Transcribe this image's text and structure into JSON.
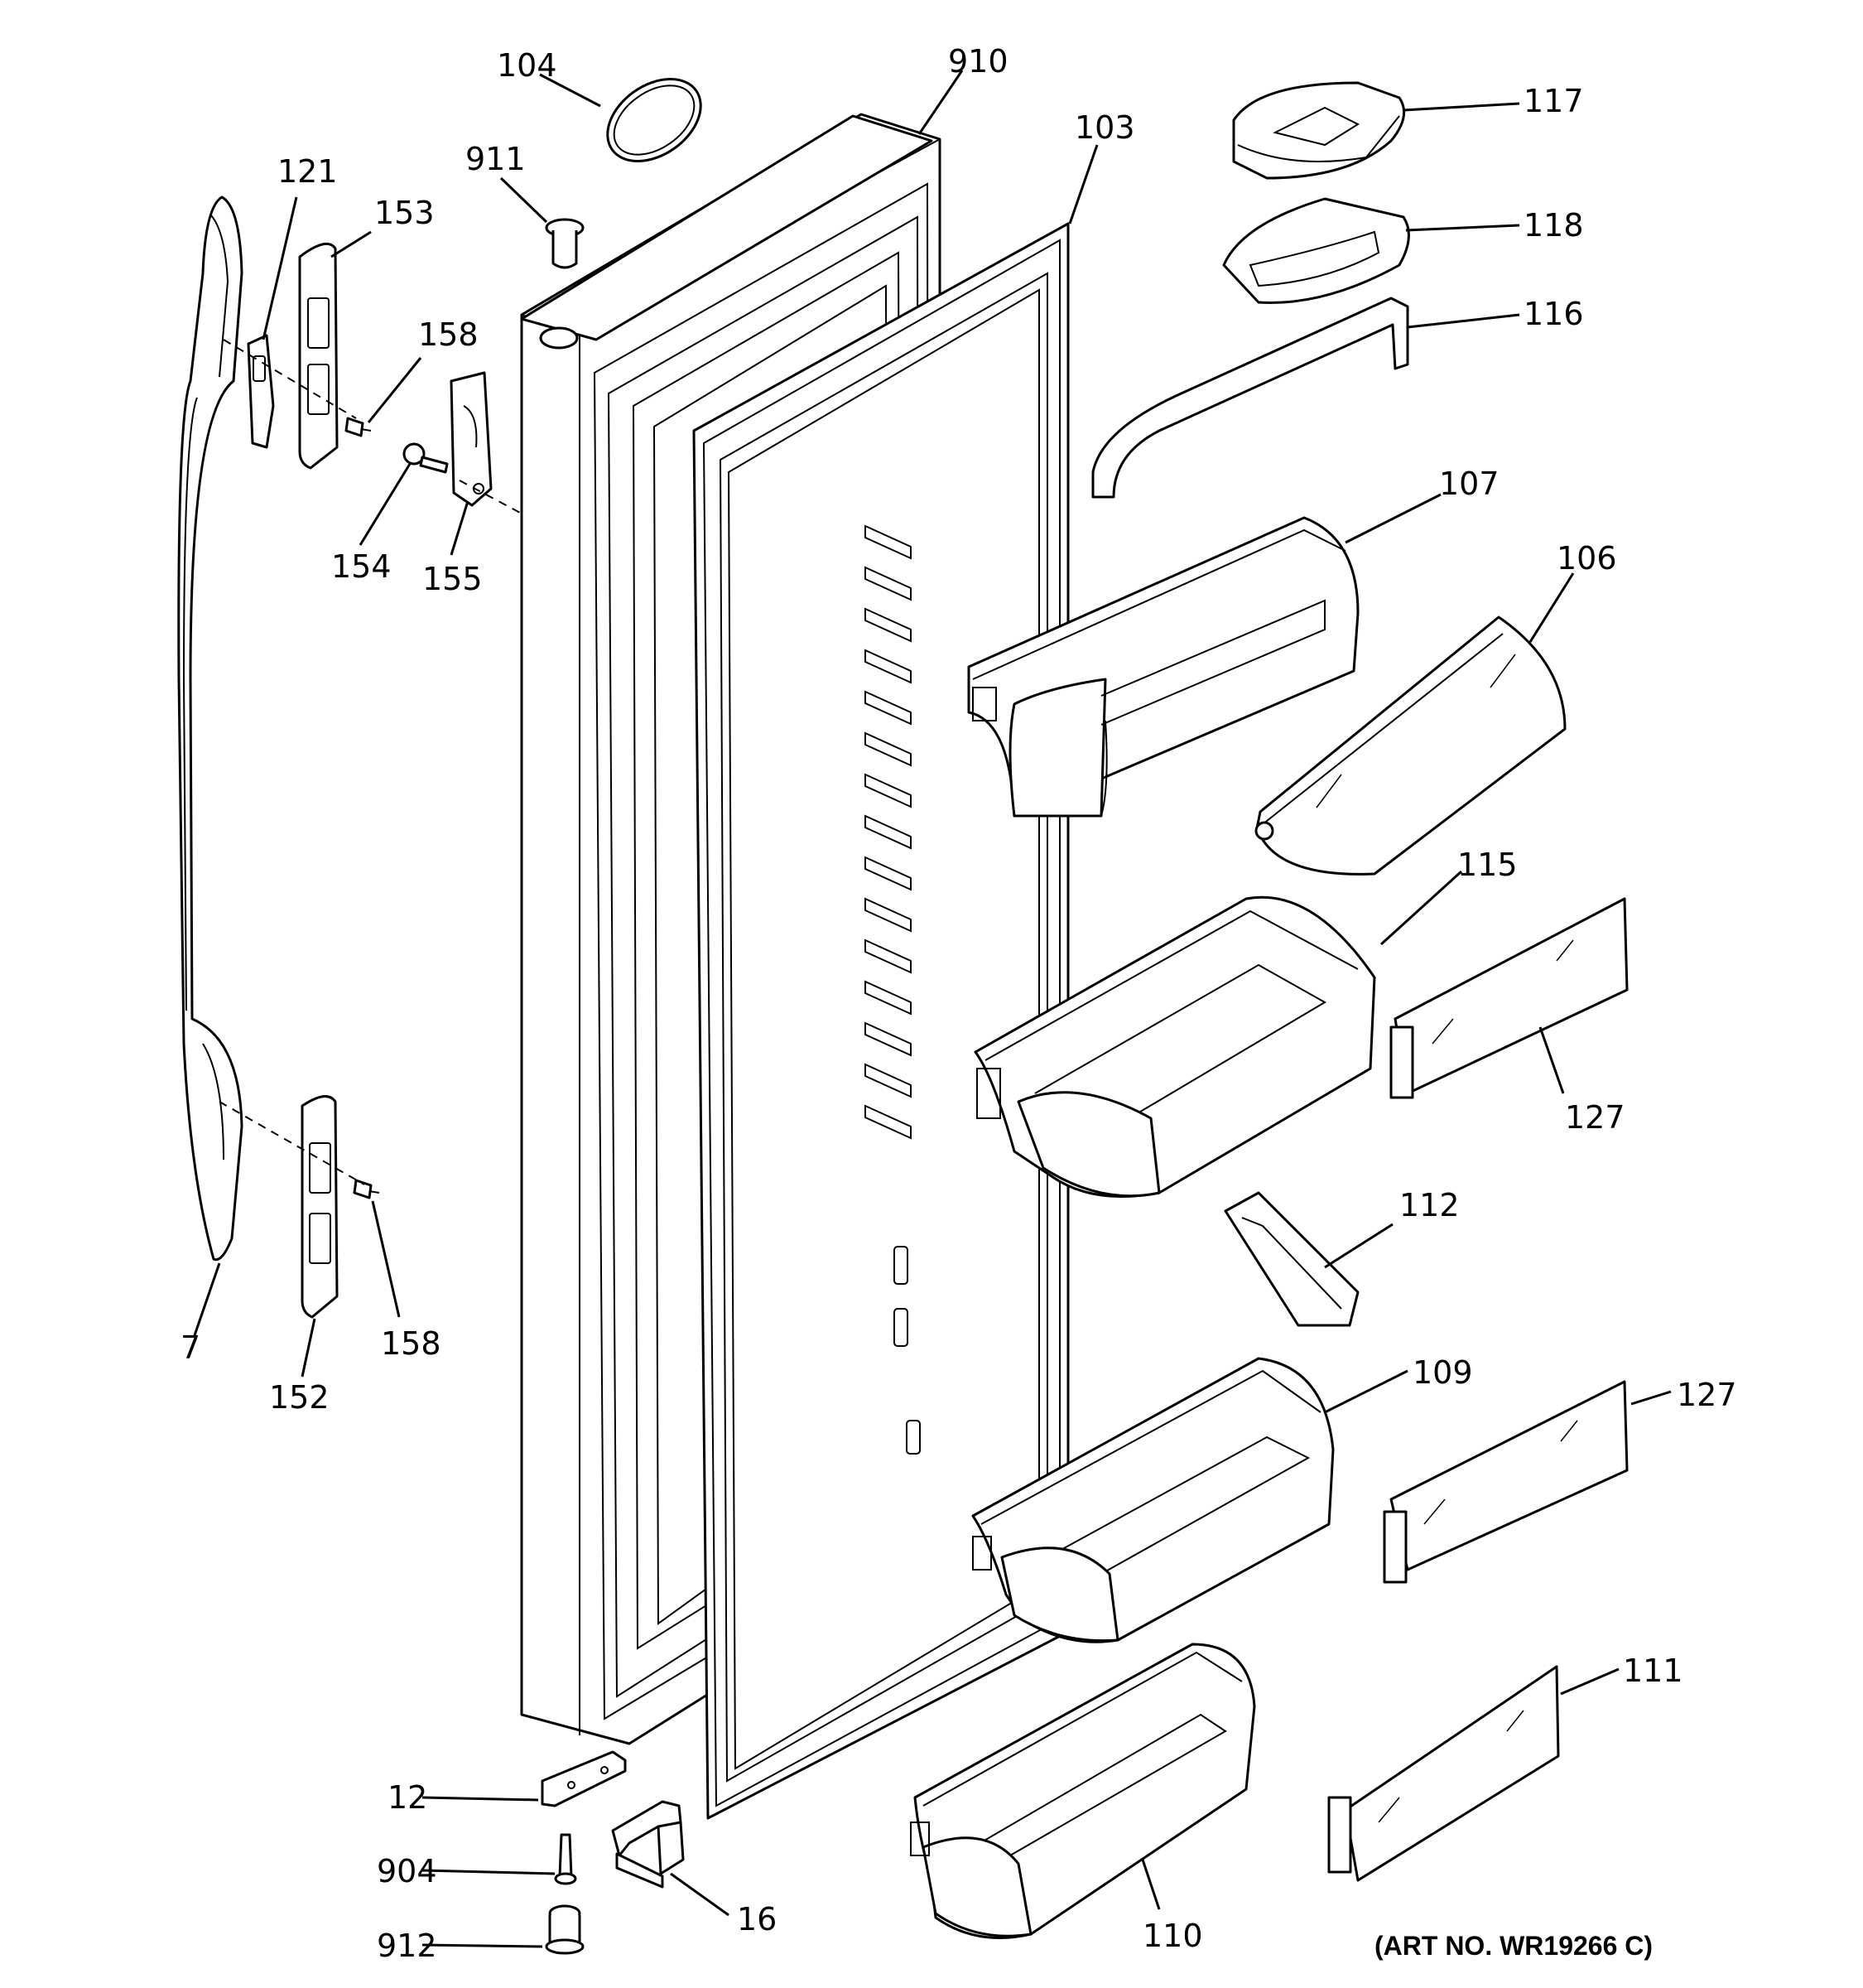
{
  "callouts": {
    "p104": "104",
    "p910": "910",
    "p103": "103",
    "p911": "911",
    "p121": "121",
    "p153": "153",
    "p158a": "158",
    "p154": "154",
    "p155": "155",
    "p7": "7",
    "p152": "152",
    "p158b": "158",
    "p117": "117",
    "p118": "118",
    "p116": "116",
    "p107": "107",
    "p106": "106",
    "p115": "115",
    "p127a": "127",
    "p112": "112",
    "p109": "109",
    "p127b": "127",
    "p111": "111",
    "p110": "110",
    "p12": "12",
    "p904": "904",
    "p16": "16",
    "p912": "912"
  },
  "art_number": "(ART NO. WR19266 C)"
}
